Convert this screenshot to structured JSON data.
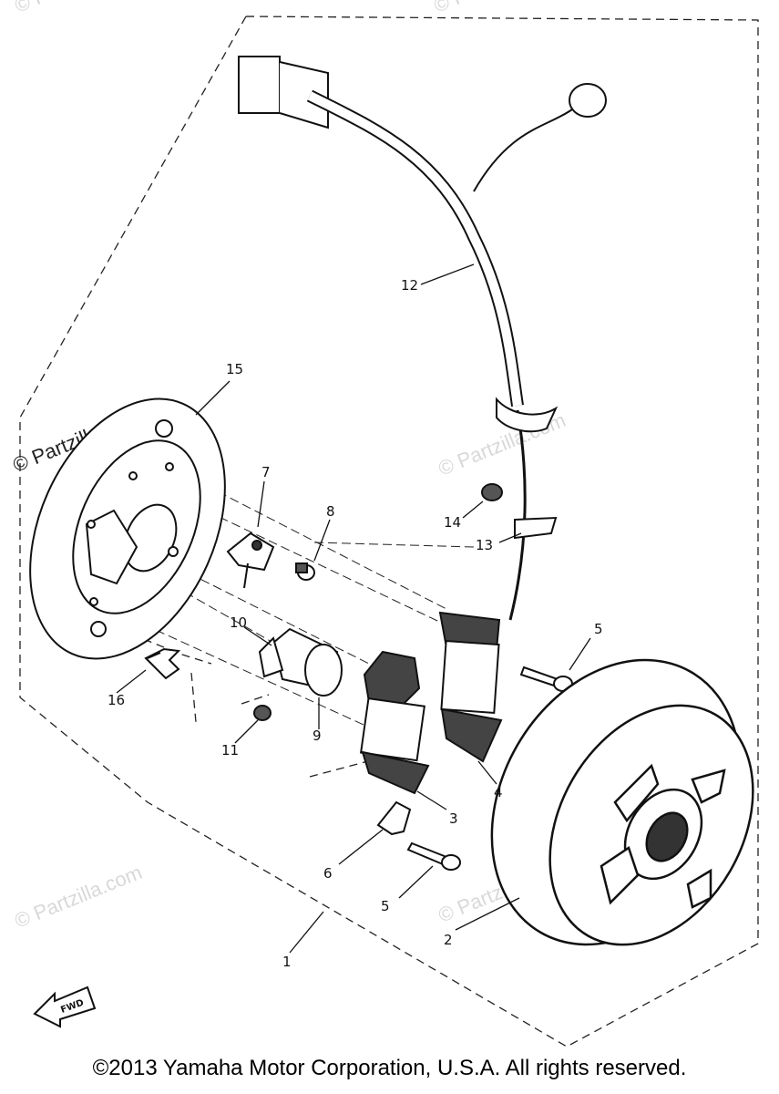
{
  "callouts": {
    "c1": "1",
    "c2": "2",
    "c3": "3",
    "c4": "4",
    "c5a": "5",
    "c5b": "5",
    "c6": "6",
    "c7": "7",
    "c8": "8",
    "c9": "9",
    "c10": "10",
    "c11": "11",
    "c12": "12",
    "c13": "13",
    "c14": "14",
    "c15": "15",
    "c16": "16"
  },
  "fwd_label": "FWD",
  "watermark": "© Partzilla.com",
  "copyright": "©2013 Yamaha Motor Corporation, U.S.A. All rights reserved."
}
